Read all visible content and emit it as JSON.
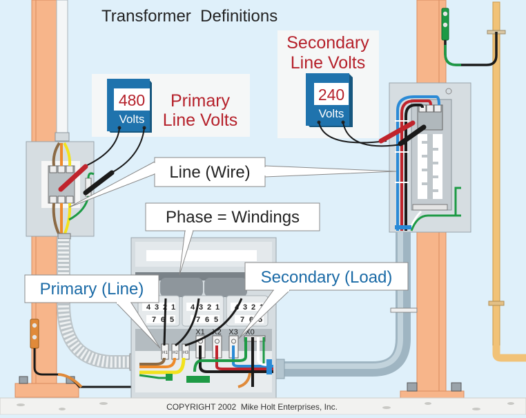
{
  "title": "Transformer  Definitions",
  "primary_meter": {
    "value": "480",
    "unit": "Volts",
    "label_line1": "Primary",
    "label_line2": "Line Volts"
  },
  "secondary_meter": {
    "value": "240",
    "unit": "Volts",
    "label_line1": "Secondary",
    "label_line2": "Line Volts"
  },
  "callouts": {
    "line_wire": "Line (Wire)",
    "phase_windings": "Phase = Windings",
    "primary_line": "Primary (Line)",
    "secondary_load": "Secondary (Load)"
  },
  "winding_taps": {
    "top_row": [
      "4",
      "3",
      "2",
      "1"
    ],
    "bottom_row": [
      "7",
      "6",
      "5"
    ]
  },
  "primary_terminals": [
    "H1",
    "H2",
    "H3"
  ],
  "secondary_terminals": [
    "X1",
    "X2",
    "X3",
    "X0"
  ],
  "copyright": "COPYRIGHT 2002  Mike Holt Enterprises, Inc.",
  "colors": {
    "background": "#dff0fa",
    "post": "#f7b58a",
    "meter_blue": "#1f73ad",
    "label_red": "#b5202a",
    "callout_blue": "#1a6aa6",
    "wire_brown": "#8b6a45",
    "wire_orange": "#ee8a2a",
    "wire_yellow": "#f2e21c",
    "wire_black": "#1a1a1a",
    "wire_red": "#c0242c",
    "wire_blue": "#2a8ad6",
    "wire_green": "#1d9a45",
    "gas_pipe": "#f1c277"
  }
}
